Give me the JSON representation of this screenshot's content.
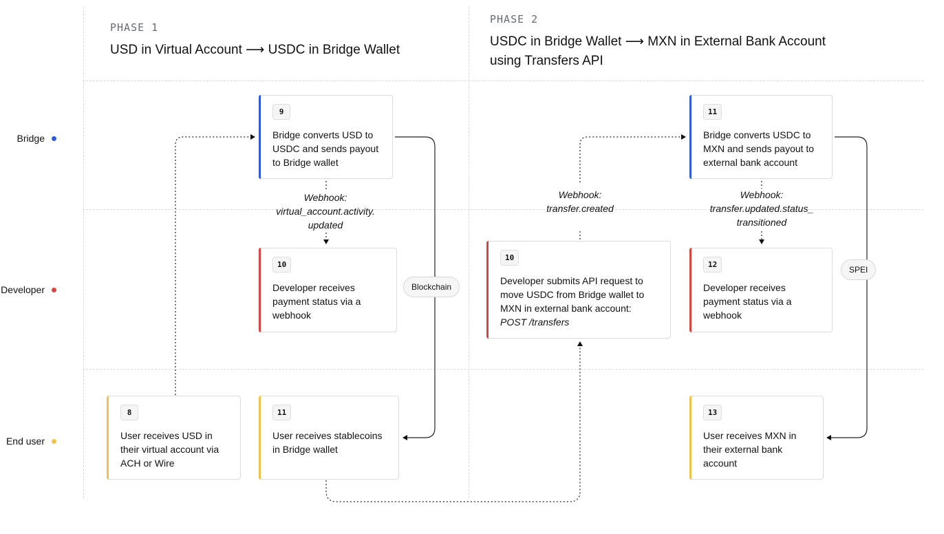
{
  "colors": {
    "bridge": "#2e5bd6",
    "developer": "#d64541",
    "end_user": "#f0c14b"
  },
  "phase1": {
    "label": "PHASE 1",
    "title": "USD in Virtual Account ⟶ USDC in Bridge Wallet"
  },
  "phase2": {
    "label": "PHASE 2",
    "title_line1": "USDC in Bridge Wallet ⟶ MXN in External Bank Account",
    "title_line2": "using Transfers API"
  },
  "lanes": {
    "bridge": "Bridge",
    "developer": "Developer",
    "end_user": "End user"
  },
  "cards": {
    "p1_user": {
      "num": "8",
      "text": "User receives USD in their virtual account via ACH or Wire"
    },
    "p1_bridge": {
      "num": "9",
      "text": "Bridge converts USD to USDC and sends payout to Bridge wallet"
    },
    "p1_developer": {
      "num": "10",
      "text": "Developer receives payment status via a webhook"
    },
    "p1_user_stablecoins": {
      "num": "11",
      "text": "User receives stablecoins in Bridge wallet"
    },
    "p2_developer_request": {
      "num": "10",
      "text": "Developer submits API request to move USDC from Bridge wallet to MXN in external bank account:",
      "endpoint": "POST /transfers"
    },
    "p2_bridge": {
      "num": "11",
      "text": "Bridge converts USDC to MXN and sends payout to external bank account"
    },
    "p2_developer": {
      "num": "12",
      "text": "Developer receives payment status via a webhook"
    },
    "p2_user": {
      "num": "13",
      "text": "User receives MXN in their external bank account"
    }
  },
  "notes": {
    "webhook_p1_line1": "Webhook:",
    "webhook_p1_line2": "virtual_account.activity.",
    "webhook_p1_line3": "updated",
    "webhook_created_line1": "Webhook:",
    "webhook_created_line2": "transfer.created",
    "webhook_p2_line1": "Webhook:",
    "webhook_p2_line2": "transfer.updated.status_",
    "webhook_p2_line3": "transitioned"
  },
  "pills": {
    "blockchain": "Blockchain",
    "spei": "SPEI"
  }
}
